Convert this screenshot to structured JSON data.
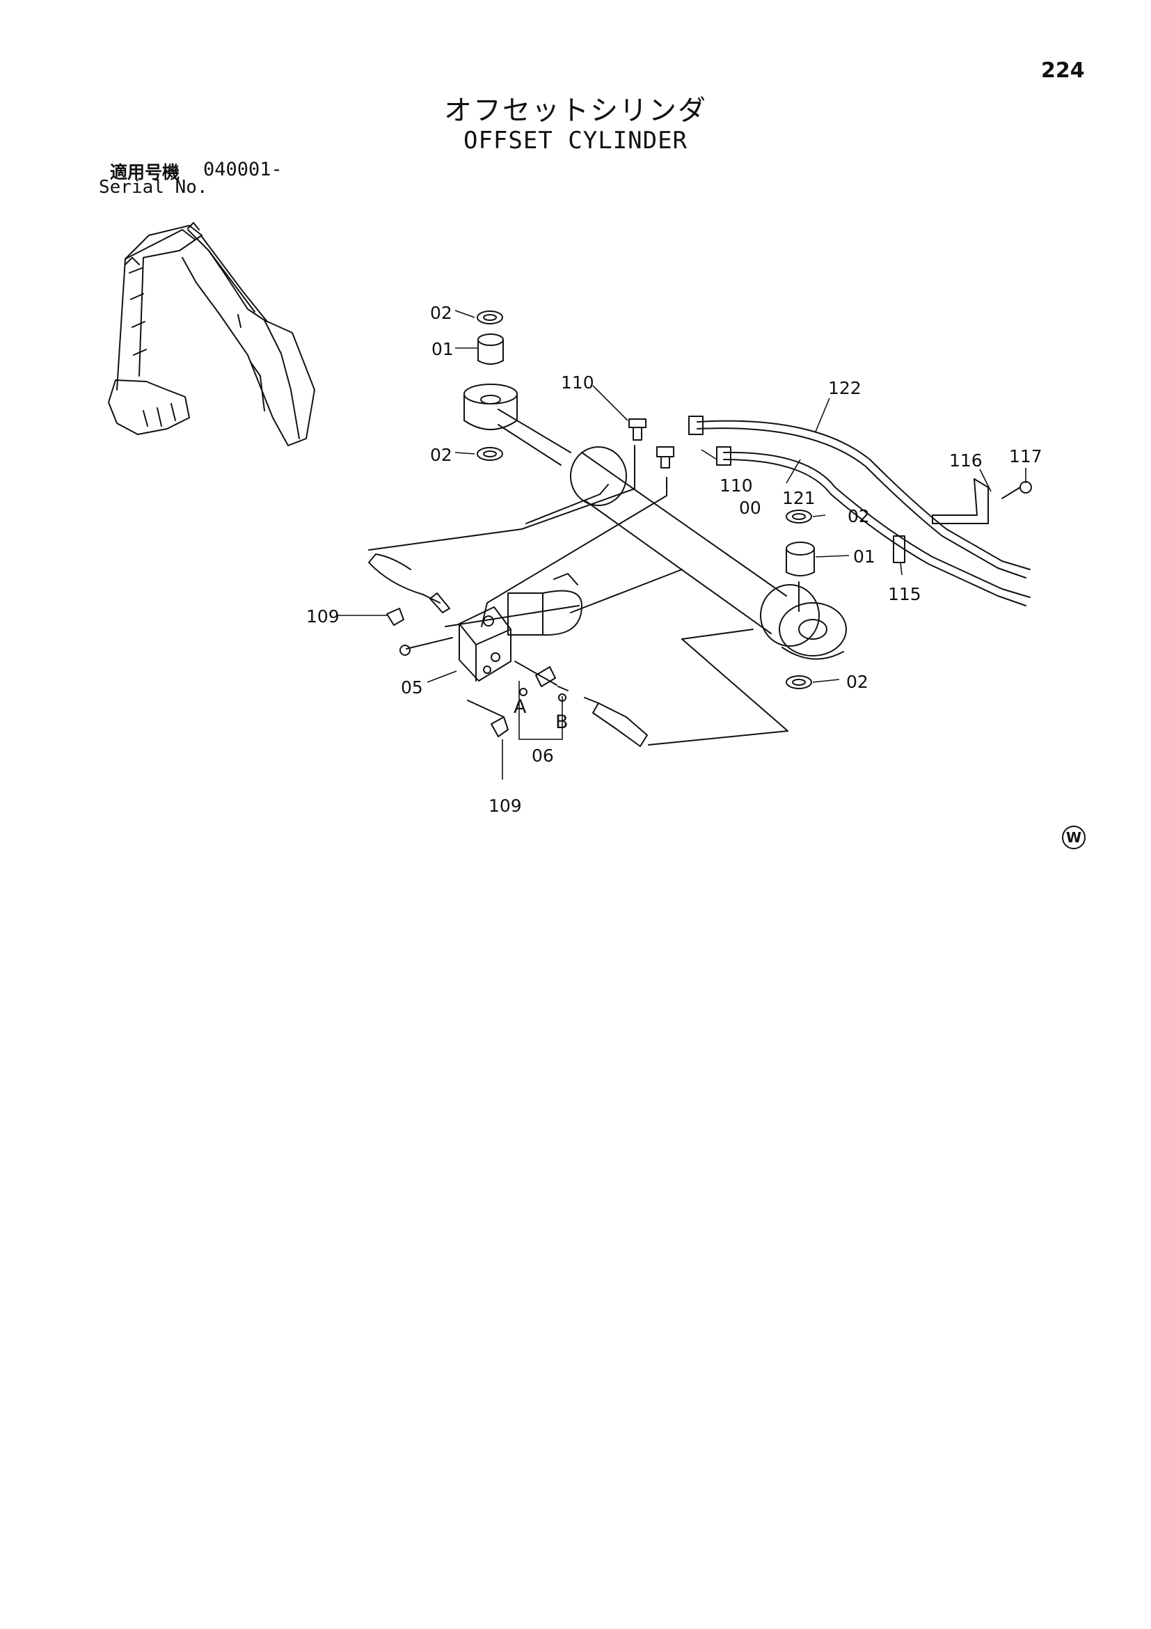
{
  "page": {
    "number": "224",
    "title_jp": "オフセットシリンダ",
    "title_en": "OFFSET CYLINDER",
    "serial_label_jp": "適用号機",
    "serial_value": "040001-",
    "serial_label_en": "Serial No.",
    "corner_mark": "W"
  },
  "callouts": {
    "c02a": "02",
    "c01a": "01",
    "c02b": "02",
    "c110a": "110",
    "c110b": "110",
    "c122": "122",
    "c121": "121",
    "c116": "116",
    "c117": "117",
    "c00": "00",
    "c02c": "02",
    "c01b": "01",
    "c02d": "02",
    "c115": "115",
    "c109a": "109",
    "c109b": "109",
    "c05": "05",
    "c06": "06",
    "portA": "A",
    "portB": "B"
  },
  "icons": [
    "excavator-thumbnail",
    "cylinder",
    "valve-block",
    "hose",
    "elbow-fitting",
    "bushing",
    "seal",
    "clamp",
    "bracket",
    "bolt",
    "plate"
  ]
}
